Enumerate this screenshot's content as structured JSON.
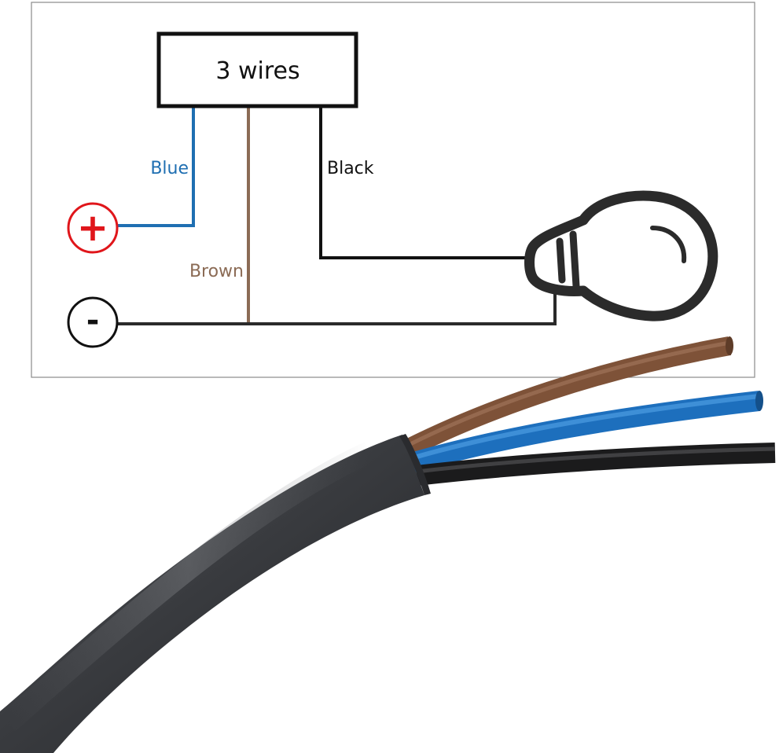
{
  "diagram": {
    "box_label": "3 wires",
    "wires": [
      {
        "id": "blue",
        "label": "Blue",
        "color": "#1f6fb2"
      },
      {
        "id": "brown",
        "label": "Brown",
        "color": "#8b6b55"
      },
      {
        "id": "black",
        "label": "Black",
        "color": "#111111"
      }
    ],
    "terminals": {
      "positive": {
        "symbol": "+",
        "color": "#e0161b"
      },
      "negative": {
        "symbol": "-",
        "color": "#111111"
      }
    },
    "load_icon": "light-bulb-icon"
  },
  "photo": {
    "subject": "cable-with-three-wires-photo",
    "sheath_color": "#3b3d40",
    "wire_colors": [
      "#8a5a3e",
      "#1f78c8",
      "#1a1a1a"
    ]
  }
}
